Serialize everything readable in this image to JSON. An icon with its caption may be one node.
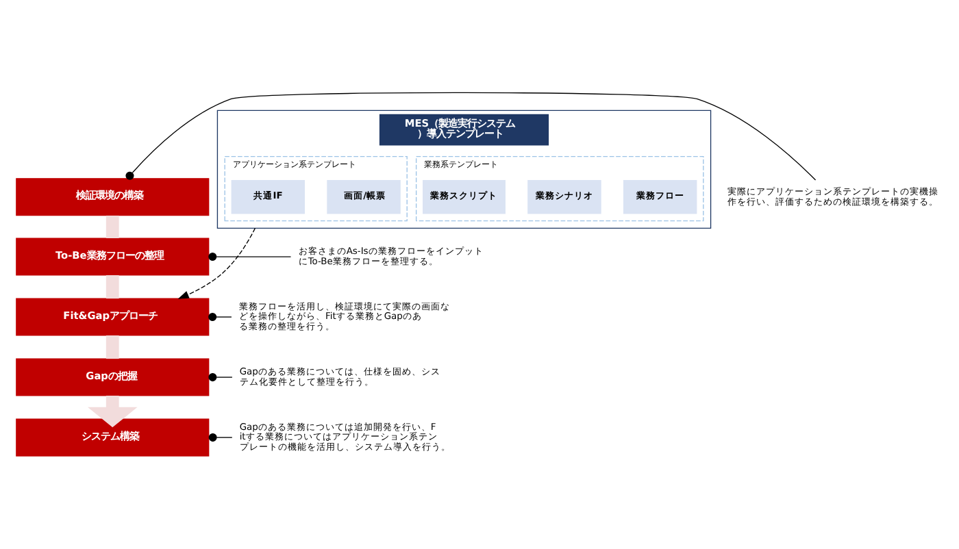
{
  "diagram": {
    "nodes": [
      {
        "text": [
          "検証環境の構築"
        ]
      },
      {
        "text": [
          "To-Be業務フローの整理"
        ]
      },
      {
        "text": [
          "Fit&Gapアプローチ"
        ]
      },
      {
        "text": [
          "Gapの把握"
        ]
      },
      {
        "text": [
          "システム構築"
        ]
      },
      {
        "text": [
          "MES（製造実行システム）導入テンプレート"
        ]
      },
      {
        "text": [
          "業務系テンプレート"
        ],
        "in": 5
      },
      {
        "text": [
          "業務フロー"
        ],
        "in": 6
      },
      {
        "text": [
          "業務シナリオ"
        ],
        "in": 6
      },
      {
        "text": [
          "業務スクリプト"
        ],
        "in": 6
      },
      {
        "text": [
          "アプリケーション系テンプレート"
        ],
        "in": 5
      },
      {
        "text": [
          "画面/帳票"
        ],
        "in": 10
      },
      {
        "text": [
          "共通IF"
        ],
        "in": 10
      },
      {
        "text": [
          "実際にアプリケーション系テンプレートの実機操作を行い、評価するための検証環境を構築する。"
        ]
      },
      {
        "text": [
          "お客さまのAs-Isの業務フローをインプットにTo-Be業務フローを整理する。"
        ]
      },
      {
        "text": [
          "業務フローを活用し、検証環境にて実際の画面などを操作しながら、Fitする業務とGapのある業務の整理を行う。"
        ]
      },
      {
        "text": [
          "Gapのある業務については、仕様を固め、システム化要件として整理を行う。"
        ]
      },
      {
        "text": [
          "Gapのある業務については追加開発を行い、Fitする業務についてはアプリケーション系テンプレートの機能を活用し、システム導入を行う。"
        ]
      }
    ],
    "edges": [
      {
        "from": 0,
        "to": 1,
        "arrow": "none",
        "style": "thick",
        "color": "#f2dcdc"
      },
      {
        "from": 1,
        "to": 2,
        "arrow": "none",
        "style": "thick",
        "color": "#f2dcdc"
      },
      {
        "from": 2,
        "to": 3,
        "arrow": "none",
        "style": "thick",
        "color": "#f2dcdc"
      },
      {
        "from": 3,
        "to": 4,
        "arrow": "to",
        "style": "thick",
        "color": "#f2dcdc"
      },
      {
        "from": 13,
        "to": 0,
        "arrow": "other"
      },
      {
        "from": 14,
        "to": 1,
        "arrow": "other"
      },
      {
        "from": 5,
        "to": 2,
        "arrow": "to",
        "style": "dashed"
      },
      {
        "from": 15,
        "to": 2,
        "arrow": "other"
      },
      {
        "from": 16,
        "to": 3,
        "arrow": "other"
      },
      {
        "from": 17,
        "to": 4,
        "arrow": "other"
      }
    ]
  }
}
